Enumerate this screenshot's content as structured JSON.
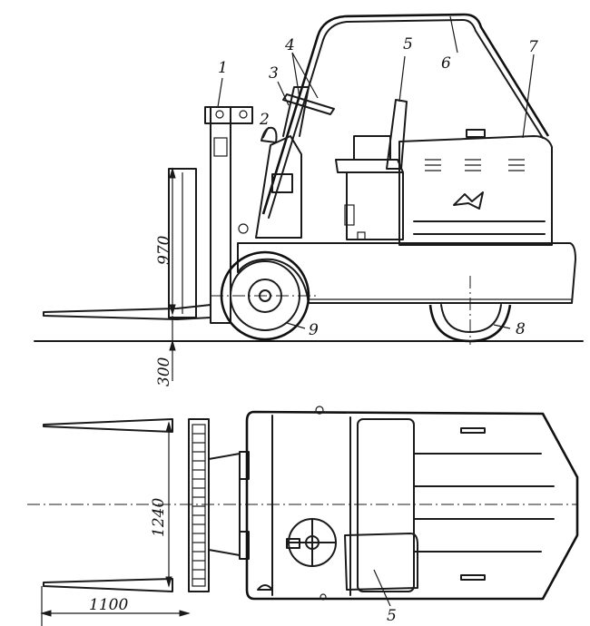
{
  "callouts": {
    "c1": "1",
    "c2": "2",
    "c3": "3",
    "c4": "4",
    "c5": "5",
    "c6": "6",
    "c7": "7",
    "c8": "8",
    "c9": "9",
    "c5b": "5"
  },
  "dimensions": {
    "fork_height": "970",
    "ground_clearance": "300",
    "fork_width": "1240",
    "fork_length": "1100"
  }
}
